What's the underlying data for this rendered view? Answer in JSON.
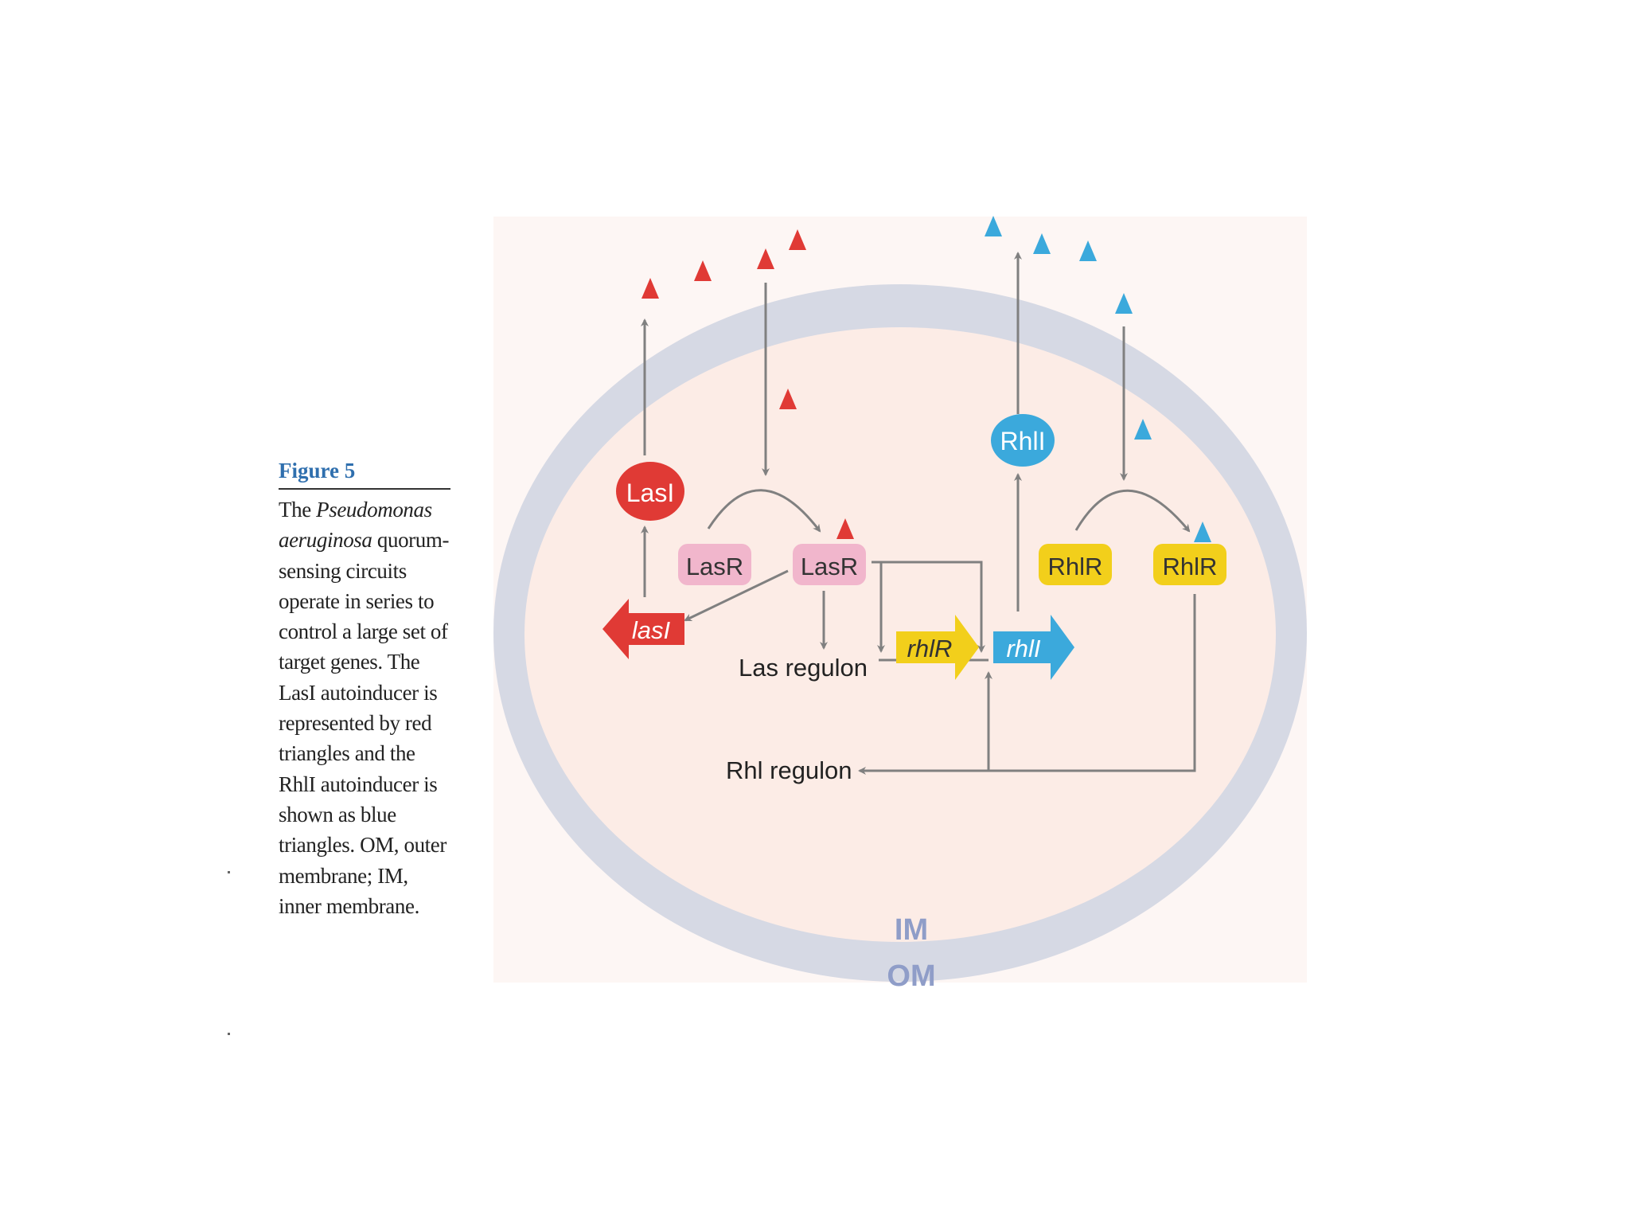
{
  "caption": {
    "title": "Figure 5",
    "text_1": "The ",
    "species": "Pseudomonas aeruginosa",
    "text_2": " quorum-sensing circuits operate in series to control a large set of target genes. The LasI autoinducer is represented by red triangles and the RhlI autoinducer is shown as blue triangles. OM, outer membrane; IM, inner membrane."
  },
  "diagram": {
    "lasI_protein": "LasI",
    "lasI_gene": "lasI",
    "lasR_free": "LasR",
    "lasR_bound": "LasR",
    "las_regulon": "Las regulon",
    "rhlI_protein": "RhlI",
    "rhlR_free": "RhlR",
    "rhlR_bound": "RhlR",
    "rhlR_gene": "rhlR",
    "rhlI_gene": "rhlI",
    "rhl_regulon": "Rhl regulon",
    "im_label": "IM",
    "om_label": "OM"
  },
  "colors": {
    "las_red": "#e03a35",
    "rhl_blue": "#3ba9dc",
    "rhlR_yellow": "#f2cf1b",
    "lasR_pink": "#f1b6cc",
    "membrane": "#d6d9e4",
    "cytoplasm": "#fcece6",
    "arrow": "#808080"
  }
}
